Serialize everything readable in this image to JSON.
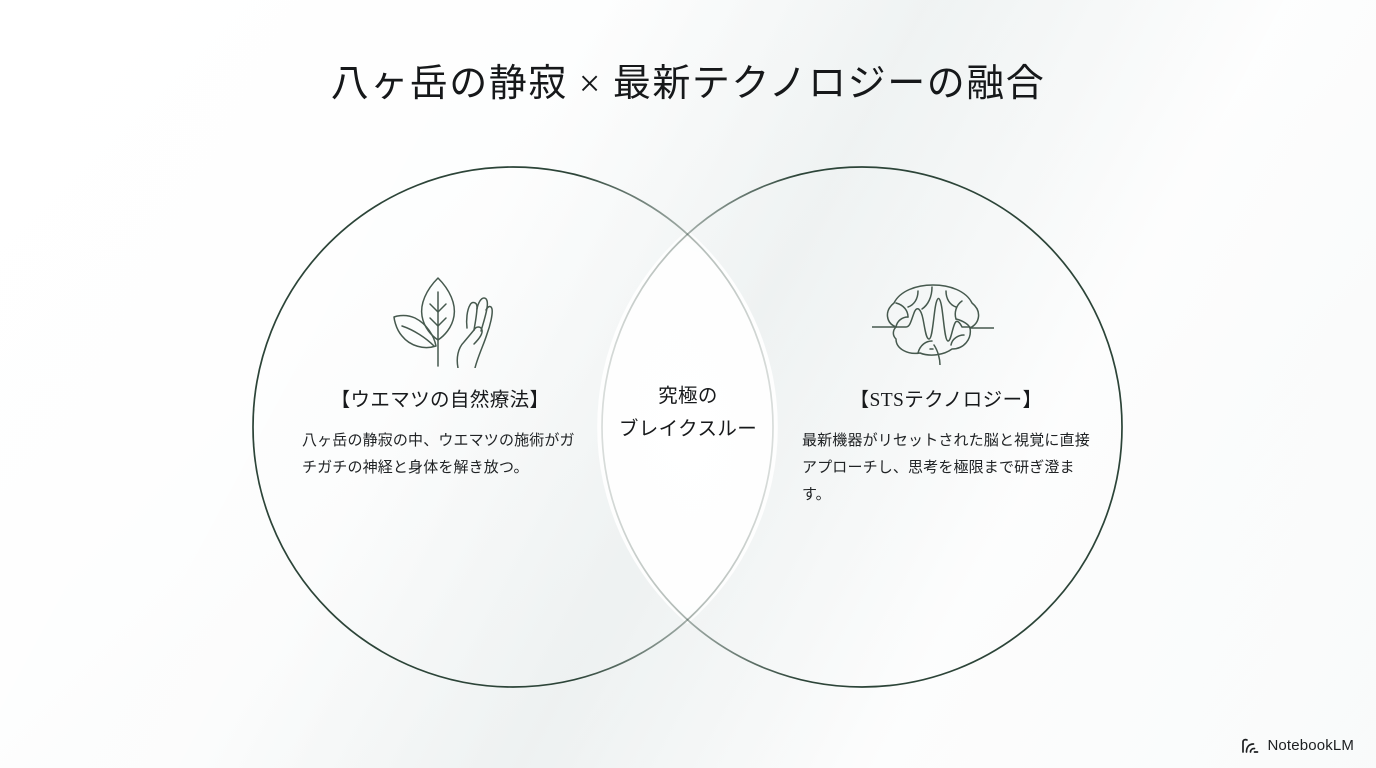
{
  "slide": {
    "title": "八ヶ岳の静寂 × 最新テクノロジーの融合",
    "background_start": "#ffffff",
    "background_end": "#eef1f1",
    "circle_stroke": "#2c4438"
  },
  "venn": {
    "left": {
      "icon": "leaf-hand-icon",
      "heading": "【ウエマツの自然療法】",
      "body": "八ヶ岳の静寂の中、ウエマツの施術がガチガチの神経と身体を解き放つ。"
    },
    "right": {
      "icon": "brain-wave-icon",
      "heading": "【STSテクノロジー】",
      "body": "最新機器がリセットされた脳と視覚に直接アプローチし、思考を極限まで研ぎ澄ます。"
    },
    "center": {
      "line1": "究極の",
      "line2": "ブレイクスルー"
    }
  },
  "footer": {
    "watermark_icon": "notebooklm-logo-icon",
    "watermark_label": "NotebookLM"
  }
}
